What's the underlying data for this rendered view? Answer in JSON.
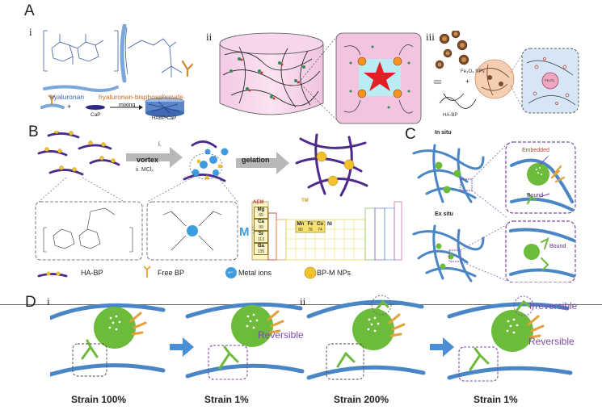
{
  "panels": {
    "A": {
      "letter": "A",
      "i": {
        "numeral": "i",
        "hyaluronan_label": "hyaluronan",
        "habp_label": "hyaluronan-bisphosphonate",
        "mixing_label": "mixing",
        "cap_label": "CaP",
        "product_label": "HABP•CaP",
        "plus": "+"
      },
      "ii": {
        "numeral": "ii"
      },
      "iii": {
        "numeral": "iii",
        "np_label": "Fe₃O₄ NPs",
        "plus": "+",
        "habp_label": "HA-BP",
        "core_label": "Fe₃O₄"
      }
    },
    "B": {
      "letter": "B",
      "step_i_label": "i.",
      "step_ii_label": "ii. MClₓ",
      "vortex_label": "vortex",
      "gelation_label": "gelation",
      "m_equals": "M =",
      "aem_label": "AEM",
      "tm_label": "TM",
      "aem_elements": [
        {
          "symbol": "Mg",
          "mass": "65"
        },
        {
          "symbol": "Ca",
          "mass": "99"
        },
        {
          "symbol": "Sr",
          "mass": "113"
        },
        {
          "symbol": "Ba",
          "mass": "135"
        }
      ],
      "tm_elements": [
        {
          "symbol": "Mn",
          "mass": "80"
        },
        {
          "symbol": "Fe",
          "mass": "76"
        },
        {
          "symbol": "Co",
          "mass": "74"
        },
        {
          "symbol": "Ni",
          "mass": ""
        }
      ],
      "legend": [
        {
          "label": "HA-BP"
        },
        {
          "label": "Free BP"
        },
        {
          "label": "Metal ions",
          "icon_text": "Mⁿ⁺"
        },
        {
          "label": "BP-M NPs"
        }
      ]
    },
    "C": {
      "letter": "C",
      "in_situ_label": "In situ",
      "ex_situ_label": "Ex situ",
      "embedded_label": "Embedded",
      "bound_label_top": "Bound",
      "bound_label_bottom": "Bound"
    },
    "D": {
      "letter": "D",
      "i_numeral": "i",
      "ii_numeral": "ii",
      "captions": [
        "Strain 100%",
        "Strain 1%",
        "Strain 200%",
        "Strain 1%"
      ],
      "reversible_1": "Reversible",
      "irreversible": "Irreversible",
      "reversible_2": "Reversible"
    }
  },
  "colors": {
    "fiber_blue": "#4a86c5",
    "np_green": "#6dbb3a",
    "bp_orange": "#e3a03a",
    "purple": "#5b2d90",
    "metal_blue": "#3e9be0",
    "gold": "#f2c12e",
    "accent_red": "#c0392b",
    "dashed_purple": "#7b4aa8"
  }
}
